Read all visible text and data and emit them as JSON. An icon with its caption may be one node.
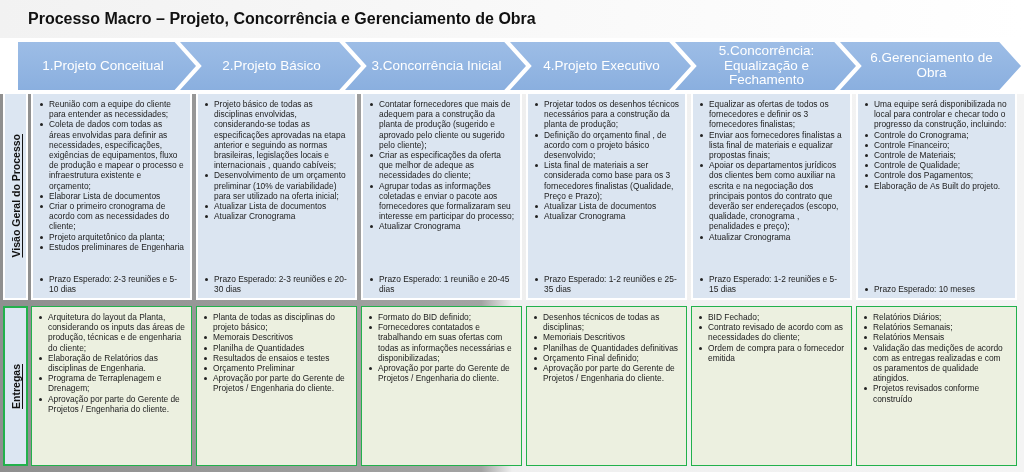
{
  "diagram": {
    "title": "Processo Macro – Projeto, Concorrência e Gerenciamento de Obra",
    "nodes": [
      {
        "text": [
          "1.Projeto Conceitual"
        ]
      },
      {
        "text": [
          "2.Projeto Básico"
        ]
      },
      {
        "text": [
          "3.Concorrência Inicial"
        ]
      },
      {
        "text": [
          "4.Projeto Executivo"
        ]
      },
      {
        "text": [
          "5.Concorrência: Equalização e Fechamento"
        ]
      },
      {
        "text": [
          "6.Gerenciamento de Obra"
        ]
      },
      {
        "text": [
          "Visão Geral do Processo"
        ]
      },
      {
        "text": [
          "Reunião com  a equipe do cliente para entender as necessidades;",
          "Coleta de dados com todas as áreas envolvidas para definir as necessidades, especificações, exigências de equipamentos, fluxo de produção e mapear o processo e infraestrutura existente e orçamento;",
          "Elaborar Lista de documentos",
          "Criar o primeiro cronograma de acordo com as necessidades do cliente;",
          "Projeto arquitetônico da planta;",
          "Estudos preliminares de Engenharia",
          "Prazo Esperado: 2-3 reuniões e 5-10 dias"
        ]
      },
      {
        "text": [
          "Projeto básico de todas as disciplinas envolvidas, considerando-se todas as especificações aprovadas na etapa anterior e seguindo as normas brasileiras, legislações locais e internacionais , quando cabíveis;",
          "Desenvolvimento de um orçamento preliminar (10% de variabilidade) para ser utilizado na oferta inicial;",
          "Atualizar Lista de documentos",
          "Atualizar Cronograma",
          "Prazo Esperado: 2-3 reuniões e 20-30 dias"
        ]
      },
      {
        "text": [
          "Contatar fornecedores que mais de adequem para a construção da planta de produção (sugerido e aprovado pelo cliente ou sugerido pelo cliente);",
          "Criar as especificações da oferta que melhor de adeque as necessidades do cliente;",
          "Agrupar todas as informações coletadas  e enviar o pacote aos fornecedores que formalizaram seu interesse em participar do processo;",
          "Atualizar Cronograma",
          "Prazo Esperado: 1 reunião e 20-45 dias"
        ]
      },
      {
        "text": [
          "Projetar todos os desenhos técnicos necessários para a construção da  planta de produção;",
          "Definição do orçamento final , de acordo com o projeto básico desenvolvido;",
          "Lista final de materiais  a ser considerada como base para os 3 fornecedores finalistas (Qualidade, Preço e Prazo);",
          "Atualizar Lista de documentos",
          "Atualizar Cronograma",
          "Prazo Esperado: 1-2 reuniões e 25-35 dias"
        ]
      },
      {
        "text": [
          "Equalizar as ofertas de todos os fornecedores e definir os 3 fornecedores finalistas;",
          "Enviar aos fornecedores finalistas a lista final de materiais  e equalizar propostas finais;",
          "Apoiar os departamentos jurídicos dos clientes bem como auxiliar na escrita e na negociação dos principais pontos do contrato que deverão ser endereçados (escopo, qualidade, cronograma , penalidades e preço);",
          "Atualizar Cronograma",
          "Prazo Esperado: 1-2 reuniões e 5-15 dias"
        ]
      },
      {
        "text": [
          "Uma equipe será disponibilizada no local para controlar e checar todo o progresso da construção, incluindo:",
          "Controle do Cronograma;",
          "Controle Financeiro;",
          "Controle de Materiais;",
          "Controle de Qualidade;",
          "Controle dos Pagamentos;",
          "Elaboração de As Built do projeto.",
          "Prazo Esperado: 10 meses"
        ]
      },
      {
        "text": [
          "Entregas"
        ]
      },
      {
        "text": [
          "Arquitetura do layout da Planta, considerando os inputs das áreas de produção, técnicas e de engenharia do cliente;",
          "Elaboração de Relatórios das disciplinas de Engenharia.",
          "Programa de Terraplenagem e Drenagem;",
          "Aprovação por parte do Gerente de Projetos / Engenharia do cliente."
        ]
      },
      {
        "text": [
          "Planta de todas as disciplinas do projeto básico;",
          "Memorais Descritivos",
          "Planilha de Quantidades",
          "Resultados de ensaios e testes",
          "Orçamento Preliminar",
          "Aprovação por parte do Gerente de Projetos / Engenharia do cliente."
        ]
      },
      {
        "text": [
          "Formato do BID definido;",
          "Fornecedores contatados e trabalhando em suas ofertas com todas as informações necessárias e disponibilizadas;",
          "Aprovação por parte do Gerente de Projetos / Engenharia do cliente."
        ]
      },
      {
        "text": [
          "Desenhos técnicos de todas as disciplinas;",
          "Memoriais Descritivos",
          "Planilhas de Quantidades definitivas",
          "Orçamento Final definido;",
          "Aprovação por parte do Gerente de Projetos / Engenharia do cliente."
        ]
      },
      {
        "text": [
          "BID Fechado;",
          "Contrato revisado de acordo com as necessidades do cliente;",
          "Ordem de compra  para o fornecedor emitida"
        ]
      },
      {
        "text": [
          "Relatórios Diários;",
          "Relatórios Semanais;",
          "Relatórios Mensais",
          "Validação das medições de acordo com as entregas realizadas e com os paramentos de qualidade atingidos.",
          "Projetos revisados conforme construído"
        ]
      }
    ]
  }
}
